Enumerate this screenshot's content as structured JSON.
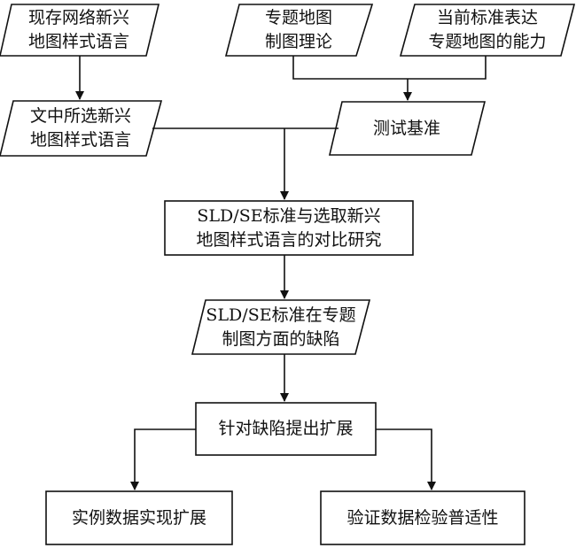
{
  "nodes": {
    "existing_languages": {
      "line1": "现存网络新兴",
      "line2": "地图样式语言"
    },
    "thematic_theory": {
      "line1": "专题地图",
      "line2": "制图理论"
    },
    "current_standard_ability": {
      "line1": "当前标准表达",
      "line2": "专题地图的能力"
    },
    "selected_languages": {
      "line1": "文中所选新兴",
      "line2": "地图样式语言"
    },
    "test_benchmark": {
      "line1": "测试基准"
    },
    "comparison_study": {
      "line1": "SLD/SE标准与选取新兴",
      "line2": "地图样式语言的对比研究"
    },
    "defects": {
      "line1": "SLD/SE标准在专题",
      "line2": "制图方面的缺陷"
    },
    "extension": {
      "line1": "针对缺陷提出扩展"
    },
    "example_data": {
      "line1": "实例数据实现扩展"
    },
    "validation_data": {
      "line1": "验证数据检验普适性"
    }
  }
}
